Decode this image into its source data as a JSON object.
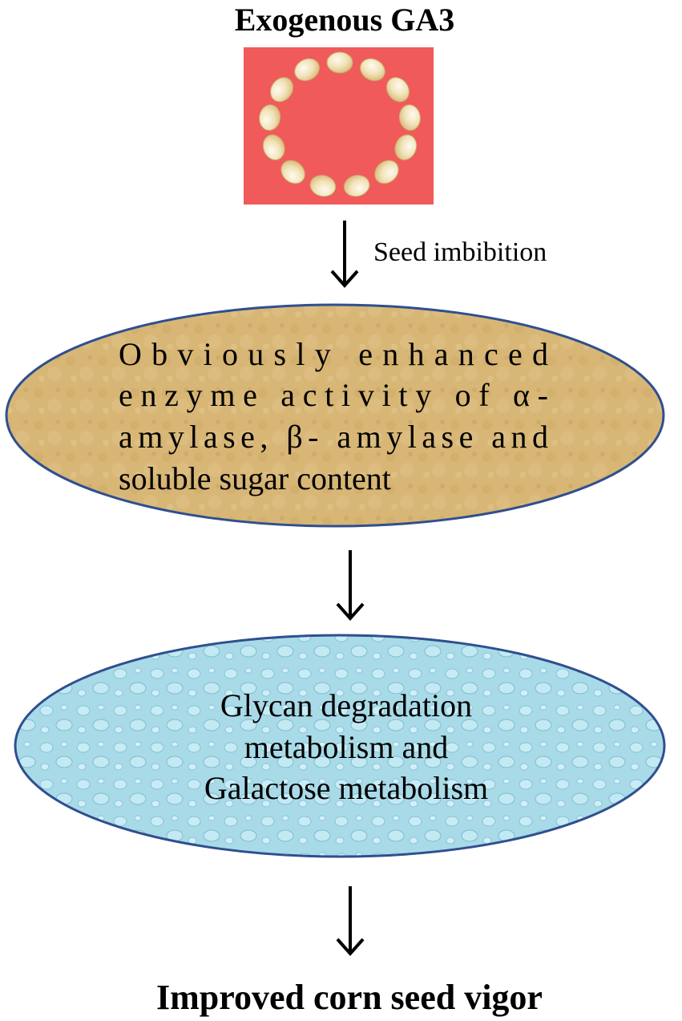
{
  "diagram": {
    "top_title": "Exogenous GA3",
    "arrow1_label": "Seed imbibition",
    "box1": {
      "lines": [
        "Obviously enhanced",
        "enzyme activity of α-",
        "amylase, β- amylase and",
        "soluble sugar content"
      ]
    },
    "box2": {
      "lines": [
        "Glycan degradation",
        "metabolism and",
        "Galactose metabolism"
      ]
    },
    "bottom_title": "Improved corn seed vigor"
  },
  "colors": {
    "photo_background": "#f05a5a",
    "seed": "#f1e2b8",
    "ellipse1_fill": "#d7b676",
    "ellipse2_fill": "#a9dae8",
    "ellipse_border": "#2f4f8f",
    "arrow": "#000000"
  }
}
